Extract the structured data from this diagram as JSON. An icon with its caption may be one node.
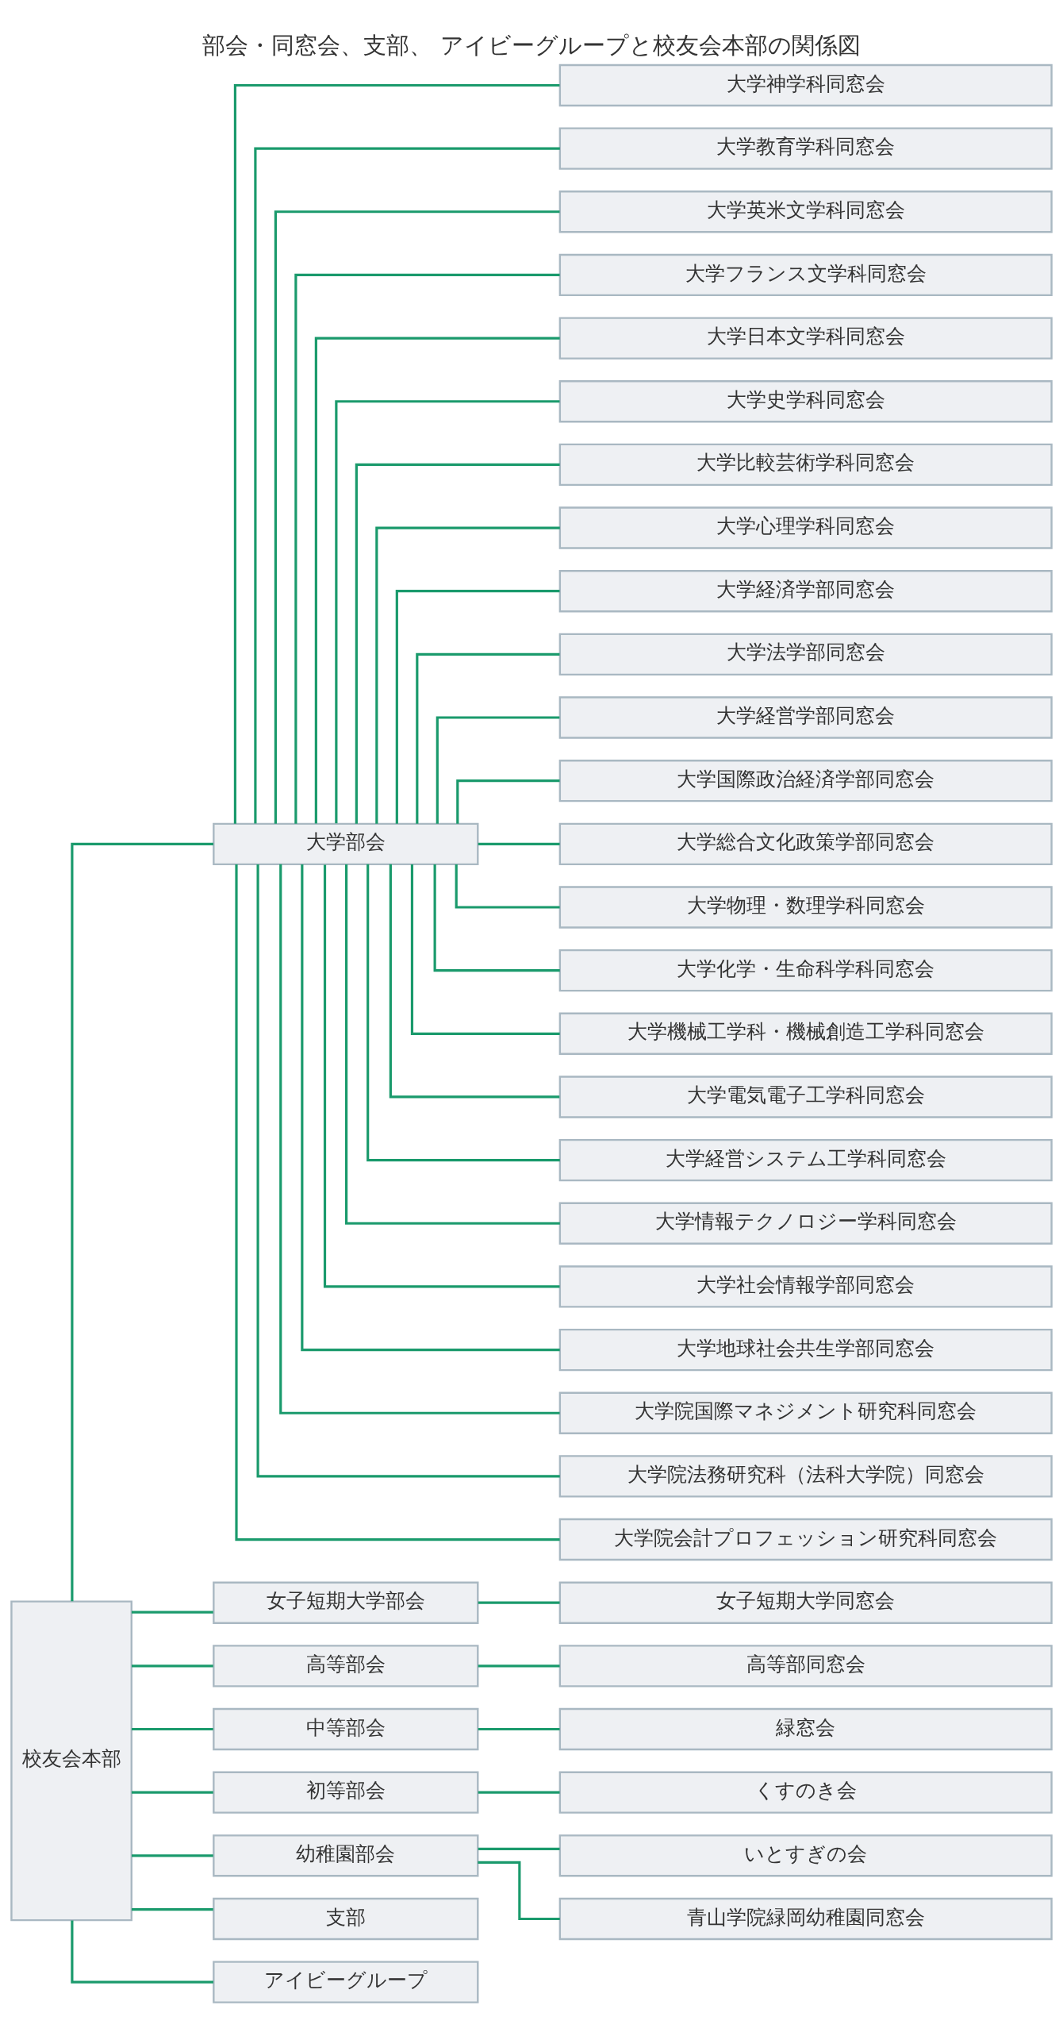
{
  "diagram": {
    "title": "部会・同窓会、支部、 アイビーグループと校友会本部の関係図",
    "nodes": [
      {
        "text": [
          "校友会本部"
        ]
      },
      {
        "text": [
          "大学部会"
        ]
      },
      {
        "text": [
          "大学神学科同窓会"
        ]
      },
      {
        "text": [
          "大学教育学科同窓会"
        ]
      },
      {
        "text": [
          "大学英米文学科同窓会"
        ]
      },
      {
        "text": [
          "大学フランス文学科同窓会"
        ]
      },
      {
        "text": [
          "大学日本文学科同窓会"
        ]
      },
      {
        "text": [
          "大学史学科同窓会"
        ]
      },
      {
        "text": [
          "大学比較芸術学科同窓会"
        ]
      },
      {
        "text": [
          "大学心理学科同窓会"
        ]
      },
      {
        "text": [
          "大学経済学部同窓会"
        ]
      },
      {
        "text": [
          "大学法学部同窓会"
        ]
      },
      {
        "text": [
          "大学経営学部同窓会"
        ]
      },
      {
        "text": [
          "大学国際政治経済学部同窓会"
        ]
      },
      {
        "text": [
          "大学総合文化政策学部同窓会"
        ]
      },
      {
        "text": [
          "大学物理・数理学科同窓会"
        ]
      },
      {
        "text": [
          "大学化学・生命科学科同窓会"
        ]
      },
      {
        "text": [
          "大学機械工学科・機械創造工学科同窓会"
        ]
      },
      {
        "text": [
          "大学電気電子工学科同窓会"
        ]
      },
      {
        "text": [
          "大学経営システム工学科同窓会"
        ]
      },
      {
        "text": [
          "大学情報テクノロジー学科同窓会"
        ]
      },
      {
        "text": [
          "大学社会情報学部同窓会"
        ]
      },
      {
        "text": [
          "大学地球社会共生学部同窓会"
        ]
      },
      {
        "text": [
          "大学院国際マネジメント研究科同窓会"
        ]
      },
      {
        "text": [
          "大学院法務研究科（法科大学院）同窓会"
        ]
      },
      {
        "text": [
          "大学院会計プロフェッション研究科同窓会"
        ]
      },
      {
        "text": [
          "女子短期大学部会"
        ]
      },
      {
        "text": [
          "女子短期大学同窓会"
        ]
      },
      {
        "text": [
          "高等部会"
        ]
      },
      {
        "text": [
          "高等部同窓会"
        ]
      },
      {
        "text": [
          "中等部会"
        ]
      },
      {
        "text": [
          "緑窓会"
        ]
      },
      {
        "text": [
          "初等部会"
        ]
      },
      {
        "text": [
          "くすのき会"
        ]
      },
      {
        "text": [
          "幼稚園部会"
        ]
      },
      {
        "text": [
          "いとすぎの会"
        ]
      },
      {
        "text": [
          "青山学院緑岡幼稚園同窓会"
        ]
      },
      {
        "text": [
          "支部"
        ]
      },
      {
        "text": [
          "アイビーグループ"
        ]
      }
    ],
    "edges": [
      {
        "from": 0,
        "to": 1,
        "arrow": "none"
      },
      {
        "from": 0,
        "to": 26,
        "arrow": "none"
      },
      {
        "from": 0,
        "to": 28,
        "arrow": "none"
      },
      {
        "from": 0,
        "to": 30,
        "arrow": "none"
      },
      {
        "from": 0,
        "to": 32,
        "arrow": "none"
      },
      {
        "from": 0,
        "to": 34,
        "arrow": "none"
      },
      {
        "from": 0,
        "to": 37,
        "arrow": "none"
      },
      {
        "from": 0,
        "to": 38,
        "arrow": "none"
      },
      {
        "from": 1,
        "to": 2,
        "arrow": "none"
      },
      {
        "from": 1,
        "to": 3,
        "arrow": "none"
      },
      {
        "from": 1,
        "to": 4,
        "arrow": "none"
      },
      {
        "from": 1,
        "to": 5,
        "arrow": "none"
      },
      {
        "from": 1,
        "to": 6,
        "arrow": "none"
      },
      {
        "from": 1,
        "to": 7,
        "arrow": "none"
      },
      {
        "from": 1,
        "to": 8,
        "arrow": "none"
      },
      {
        "from": 1,
        "to": 9,
        "arrow": "none"
      },
      {
        "from": 1,
        "to": 10,
        "arrow": "none"
      },
      {
        "from": 1,
        "to": 11,
        "arrow": "none"
      },
      {
        "from": 1,
        "to": 12,
        "arrow": "none"
      },
      {
        "from": 1,
        "to": 13,
        "arrow": "none"
      },
      {
        "from": 1,
        "to": 14,
        "arrow": "none"
      },
      {
        "from": 1,
        "to": 15,
        "arrow": "none"
      },
      {
        "from": 1,
        "to": 16,
        "arrow": "none"
      },
      {
        "from": 1,
        "to": 17,
        "arrow": "none"
      },
      {
        "from": 1,
        "to": 18,
        "arrow": "none"
      },
      {
        "from": 1,
        "to": 19,
        "arrow": "none"
      },
      {
        "from": 1,
        "to": 20,
        "arrow": "none"
      },
      {
        "from": 1,
        "to": 21,
        "arrow": "none"
      },
      {
        "from": 1,
        "to": 22,
        "arrow": "none"
      },
      {
        "from": 1,
        "to": 23,
        "arrow": "none"
      },
      {
        "from": 1,
        "to": 24,
        "arrow": "none"
      },
      {
        "from": 1,
        "to": 25,
        "arrow": "none"
      },
      {
        "from": 26,
        "to": 27,
        "arrow": "none"
      },
      {
        "from": 28,
        "to": 29,
        "arrow": "none"
      },
      {
        "from": 30,
        "to": 31,
        "arrow": "none"
      },
      {
        "from": 32,
        "to": 33,
        "arrow": "none"
      },
      {
        "from": 34,
        "to": 35,
        "arrow": "none"
      },
      {
        "from": 34,
        "to": 36,
        "arrow": "none"
      }
    ]
  }
}
